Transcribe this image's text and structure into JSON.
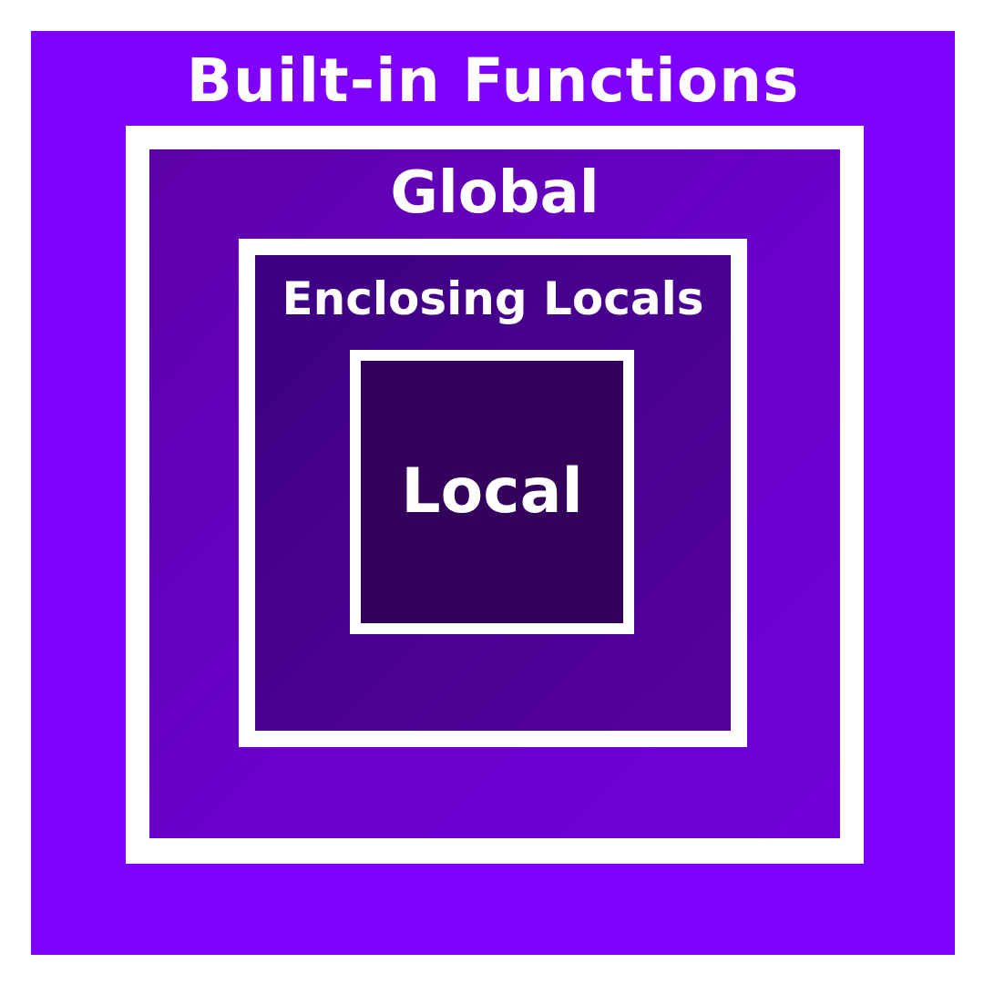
{
  "diagram": {
    "builtin_label": "Built-in Functions",
    "global_label": "Global",
    "enclosing_label": "Enclosing Locals",
    "local_label": "Local"
  },
  "colors": {
    "builtin_fill": "#8000ff",
    "global_fill": "#6a00cc",
    "enclosing_fill": "#4c0094",
    "local_fill": "#33005c",
    "frame": "#ffffff",
    "text": "#ffffff"
  }
}
